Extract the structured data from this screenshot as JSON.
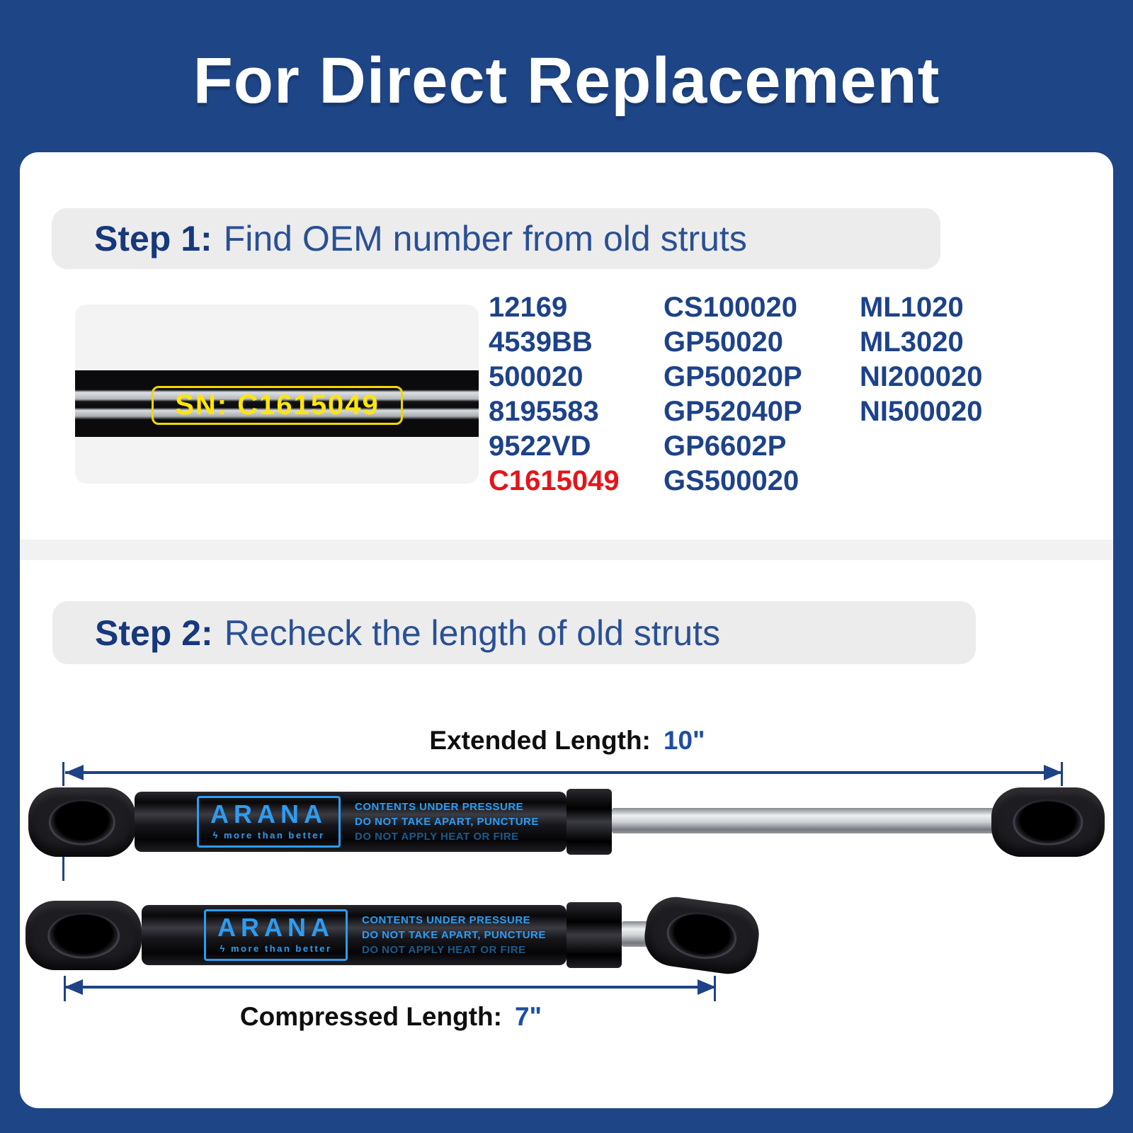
{
  "page": {
    "title": "For Direct Replacement"
  },
  "colors": {
    "background_blue": "#1e4586",
    "heading_blue": "#1d4289",
    "step_bold_blue": "#16387d",
    "highlight_red": "#e4151b",
    "dimension_blue": "#1e4285",
    "value_blue": "#1c4ea5",
    "strut_print_blue": "#2d9cf2",
    "sn_yellow": "#ffe60a"
  },
  "step1": {
    "heading_bold": "Step 1:",
    "heading_rest": "Find OEM number from old struts",
    "photo_sn": "SN: C1615049",
    "highlight_value": "C1615049",
    "oem_columns": [
      {
        "items": [
          "12169",
          "4539BB",
          "500020",
          "8195583",
          "9522VD",
          "C1615049"
        ]
      },
      {
        "items": [
          "CS100020",
          "GP50020",
          "GP50020P",
          "GP52040P",
          "GP6602P",
          "GS500020"
        ]
      },
      {
        "items": [
          "ML1020",
          "ML3020",
          "NI200020",
          "NI500020"
        ]
      }
    ]
  },
  "step2": {
    "heading_bold": "Step 2:",
    "heading_rest": "Recheck the length of old struts",
    "extended": {
      "label": "Extended Length:",
      "value": "10\""
    },
    "compressed": {
      "label": "Compressed Length:",
      "value": "7\""
    },
    "strut_print": {
      "brand": "ARANA",
      "tagline_bolt": "ϟ",
      "tagline": "more than better",
      "warnings": [
        "CONTENTS UNDER PRESSURE",
        "DO NOT TAKE APART, PUNCTURE",
        "DO NOT APPLY HEAT OR FIRE"
      ]
    }
  }
}
